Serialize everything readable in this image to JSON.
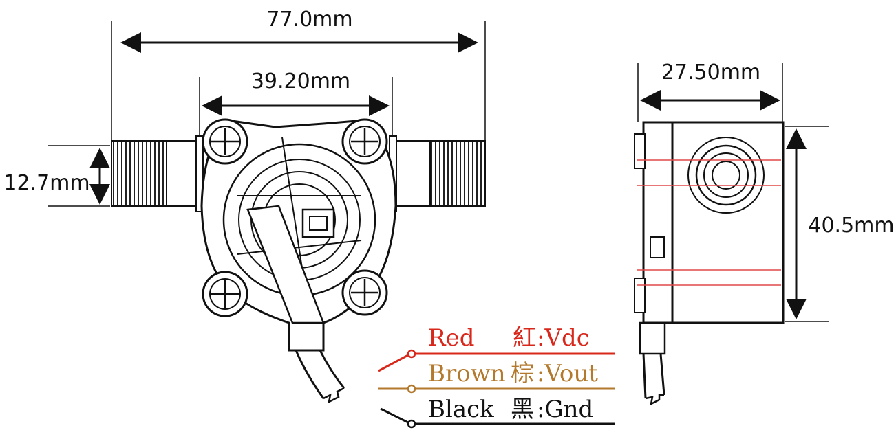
{
  "dimensions": {
    "overall_length": "77.0mm",
    "body_length": "39.20mm",
    "thread_diameter": "12.7mm",
    "side_width": "27.50mm",
    "side_height": "40.5mm"
  },
  "wires": [
    {
      "label": "Red",
      "cn": "紅",
      "signal": ":Vdc",
      "color": "#d8281c"
    },
    {
      "label": "Brown",
      "cn": "棕",
      "signal": ":Vout",
      "color": "#b37a2e"
    },
    {
      "label": "Black",
      "cn": "黑",
      "signal": ":Gnd",
      "color": "#111111"
    }
  ],
  "colors": {
    "outline": "#1a1a1a",
    "highlight_red": "#e04848"
  }
}
